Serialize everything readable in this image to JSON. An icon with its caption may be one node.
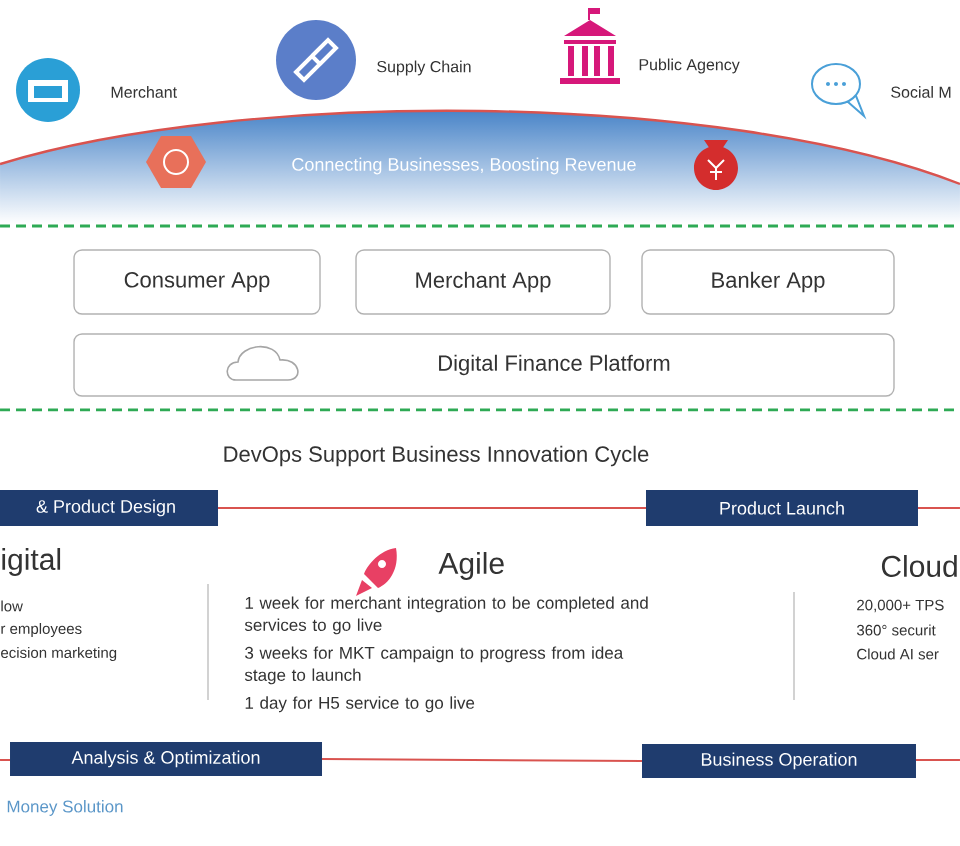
{
  "diagram": {
    "nodes": [
      {
        "text": [
          "Consumer App"
        ]
      },
      {
        "text": [
          "Merchant App"
        ]
      },
      {
        "text": [
          "Banker App"
        ]
      },
      {
        "text": [
          "Digital Finance Platform"
        ]
      },
      {
        "text": [
          "& Product Design"
        ]
      },
      {
        "text": [
          "Product Launch"
        ]
      },
      {
        "text": [
          "Analysis & Optimization"
        ]
      },
      {
        "text": [
          "Business Operation"
        ]
      }
    ],
    "edges": [
      {
        "from": 4,
        "to": 5,
        "arrow": "none"
      },
      {
        "from": 6,
        "to": 7,
        "arrow": "none"
      }
    ],
    "labels": [
      "Merchant",
      "Supply Chain",
      "Public Agency",
      "Social M",
      "Connecting Businesses, Boosting Revenue",
      "DevOps Support Business Innovation Cycle",
      "igital",
      "low",
      "r employees",
      "ecision marketing",
      "Agile",
      "1 week for merchant integration to be completed and services to go live",
      "3 weeks for MKT campaign to progress from idea stage to launch",
      "1 day for H5 service to go live",
      "Cloud",
      "20,000+ TPS",
      "360° securit",
      "Cloud AI ser",
      "Money Solution"
    ]
  }
}
